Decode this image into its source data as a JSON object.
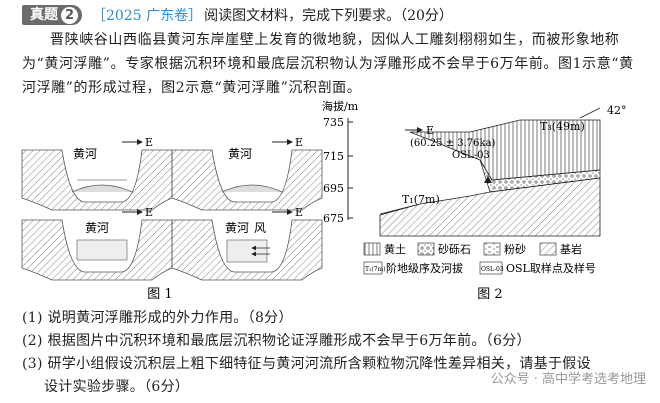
{
  "header": {
    "badge": "真题",
    "badge_num": "2",
    "source_tag": "［2025 广东卷］",
    "instruction": "阅读图文材料，完成下列要求。（20分）"
  },
  "passage": "晋陕峡谷山西临县黄河东岸崖壁上发育的微地貌，因似人工雕刻栩栩如生，而被形象地称为“黄河浮雕”。专家根据沉积环境和最底层沉积物认为浮雕形成不会早于6万年前。图1示意“黄河浮雕”的形成过程，图2示意“黄河浮雕”沉积剖面。",
  "figure1": {
    "caption": "图 1",
    "river_label": "黄河",
    "east_label": "E",
    "wind_label": "风"
  },
  "figure2": {
    "caption": "图 2",
    "y_axis_title": "海拔/m",
    "y_ticks": [
      "735",
      "715",
      "695",
      "675"
    ],
    "dip_label": "42°",
    "t3_label": "T₃(49m)",
    "t1_label": "T₁(7m)",
    "age_label": "(60.25 ± 3.76ka)",
    "osl_label": "OSL-03",
    "east_label": "E",
    "legend": {
      "loess": "黄土",
      "gravel": "砂砾石",
      "silt": "粉砂",
      "bedrock": "基岩",
      "terrace": "阶地级序及河拔",
      "osl": "OSL取样点及样号",
      "terrace_icon": "T₁(7m)",
      "osl_icon": "OSL-03"
    }
  },
  "questions": [
    "(1) 说明黄河浮雕形成的外力作用。（8分）",
    "(2) 根据图片中沉积环境和最底层沉积物论证浮雕形成不会早于6万年前。（6分）",
    "(3) 研学小组假设沉积层上粗下细特征与黄河河流所含颗粒物沉降性差异相关，请基于假设",
    "设计实验步骤。（6分）"
  ],
  "watermark": "公众号 · 高中学考选考地理"
}
